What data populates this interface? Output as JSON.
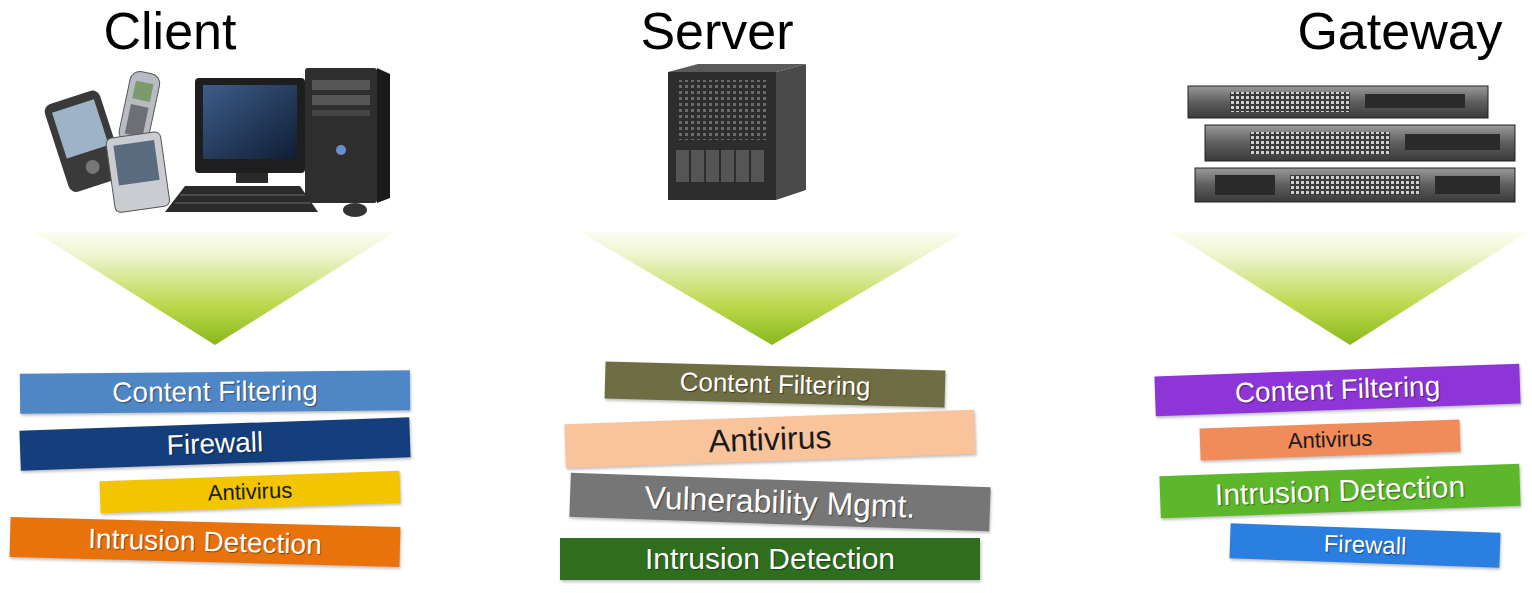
{
  "diagram": {
    "nodes": [
      {
        "text": [
          "Content Filtering"
        ]
      },
      {
        "text": [
          "Firewall"
        ]
      },
      {
        "text": [
          "Antivirus"
        ]
      },
      {
        "text": [
          "Intrusion Detection"
        ]
      },
      {
        "text": [
          "Content Filtering"
        ]
      },
      {
        "text": [
          "Antivirus"
        ]
      },
      {
        "text": [
          "Vulnerability Mgmt."
        ]
      },
      {
        "text": [
          "Intrusion Detection"
        ]
      },
      {
        "text": [
          "Content Filtering"
        ]
      },
      {
        "text": [
          "Antivirus"
        ]
      },
      {
        "text": [
          "Intrusion Detection"
        ]
      },
      {
        "text": [
          "Firewall"
        ]
      }
    ],
    "labels": [
      "Client",
      "Server",
      "Gateway"
    ]
  }
}
